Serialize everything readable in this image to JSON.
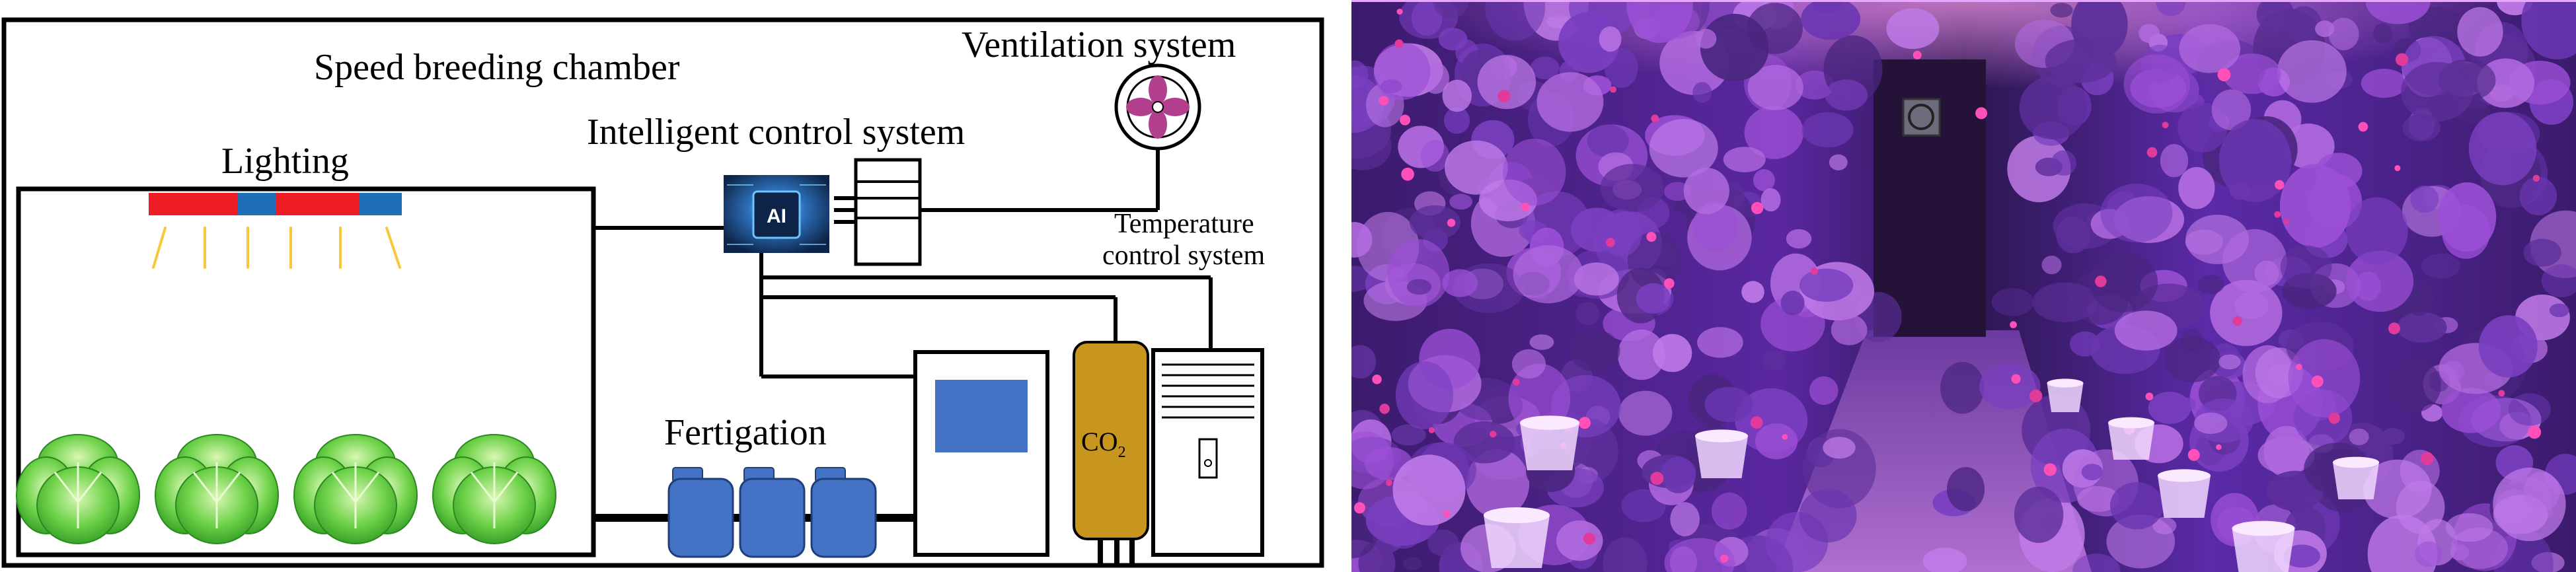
{
  "diagram": {
    "chamber_title": "Speed breeding chamber",
    "lighting": "Lighting",
    "intelligent_control": "Intelligent control system",
    "ai_chip": "AI",
    "ventilation": "Ventilation system",
    "temperature_line1": "Temperature",
    "temperature_line2": "control system",
    "fertigation": "Fertigation",
    "co2_main": "CO",
    "co2_sub": "2"
  },
  "colors": {
    "light_red": "#ee1c24",
    "light_blue": "#1f6fb8",
    "ray_yellow": "#f5c93b",
    "fan_magenta": "#b23f8e",
    "fertigation_blue": "#4472c4",
    "co2_tank": "#c8961e",
    "lettuce_green": "#5ccb3c",
    "ai_chip_blue": "#16386a"
  },
  "icons": [
    "lighting-bar-icon",
    "ai-chip-icon",
    "control-cabinet-icon",
    "ventilation-fan-icon",
    "air-conditioner-icon",
    "co2-tank-icon",
    "fertigation-tank-icon",
    "nutrient-unit-icon",
    "lettuce-icon"
  ]
}
